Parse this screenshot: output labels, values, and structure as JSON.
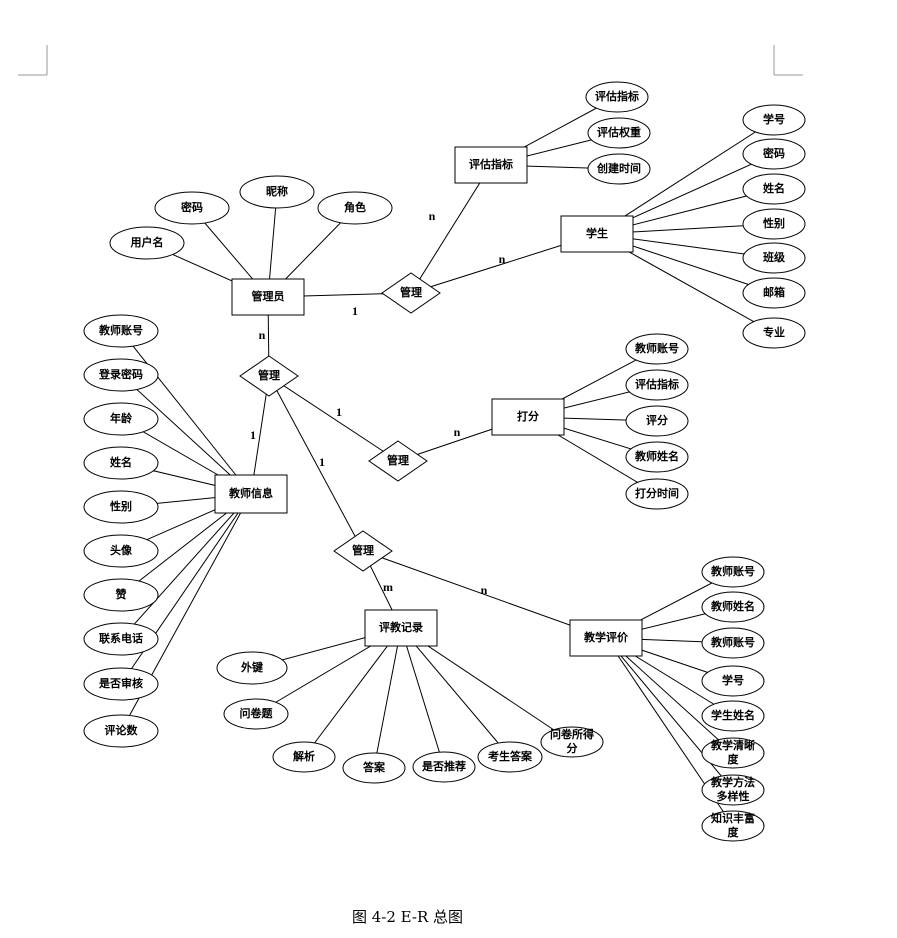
{
  "caption": "图 4-2 E-R 总图",
  "entities": [
    {
      "id": "admin",
      "label": "管理员"
    },
    {
      "id": "indicator",
      "label": "评估指标"
    },
    {
      "id": "student",
      "label": "学生"
    },
    {
      "id": "teacher",
      "label": "教师信息"
    },
    {
      "id": "score",
      "label": "打分"
    },
    {
      "id": "record",
      "label": "评教记录"
    },
    {
      "id": "evaluation",
      "label": "教学评价"
    }
  ],
  "relationships": [
    {
      "id": "rel_top",
      "label": "管理"
    },
    {
      "id": "rel_mid",
      "label": "管理"
    },
    {
      "id": "rel_score",
      "label": "管理"
    },
    {
      "id": "rel_low",
      "label": "管理"
    }
  ],
  "attributes": {
    "admin": [
      "用户名",
      "密码",
      "昵称",
      "角色"
    ],
    "indicator": [
      "评估指标",
      "评估权重",
      "创建时间"
    ],
    "student": [
      "学号",
      "密码",
      "姓名",
      "性别",
      "班级",
      "邮箱",
      "专业"
    ],
    "teacher": [
      "教师账号",
      "登录密码",
      "年龄",
      "姓名",
      "性别",
      "头像",
      "赞",
      "联系电话",
      "是否审核",
      "评论数"
    ],
    "score": [
      "教师账号",
      "评估指标",
      "评分",
      "教师姓名",
      "打分时间"
    ],
    "record": [
      "外键",
      "问卷题",
      "解析",
      "答案",
      "是否推荐",
      "考生答案",
      "问卷所得分"
    ],
    "evaluation": [
      "教师账号",
      "教师姓名",
      "教师账号",
      "学号",
      "学生姓名",
      "教学清晰度",
      "教学方法多样性",
      "知识丰富度"
    ]
  },
  "connections": [
    {
      "from": "rel_top",
      "to": "admin",
      "card": "1"
    },
    {
      "from": "rel_top",
      "to": "indicator",
      "card": "n"
    },
    {
      "from": "rel_top",
      "to": "student",
      "card": "n"
    },
    {
      "from": "rel_mid",
      "to": "admin",
      "card": "n"
    },
    {
      "from": "rel_mid",
      "to": "teacher",
      "card": "1"
    },
    {
      "from": "rel_mid",
      "to": "rel_score",
      "card": "1"
    },
    {
      "from": "rel_mid",
      "to": "rel_low",
      "card": "1"
    },
    {
      "from": "rel_score",
      "to": "score",
      "card": "n"
    },
    {
      "from": "rel_low",
      "to": "record",
      "card": "m"
    },
    {
      "from": "rel_low",
      "to": "evaluation",
      "card": "n"
    }
  ]
}
